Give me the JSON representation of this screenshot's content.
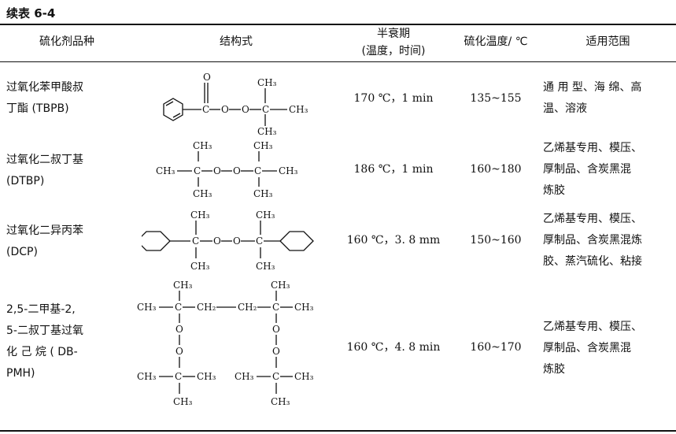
{
  "caption": "续表 6-4",
  "headers": {
    "agent": "硫化剂品种",
    "structure": "结构式",
    "half_life_line1": "半衰期",
    "half_life_line2": "(温度，时间)",
    "vulc_temp": "硫化温度/ ℃",
    "usage": "适用范围"
  },
  "rows": [
    {
      "name": [
        "过氧化苯甲酸叔",
        "丁酯 (TBPB)"
      ],
      "half_life": "170 ℃，1 min",
      "vulc_temp": "135~155",
      "usage": [
        "通 用 型、海 绵、高",
        "温、溶液"
      ]
    },
    {
      "name": [
        "过氧化二叔丁基",
        "(DTBP)"
      ],
      "half_life": "186 ℃，1 min",
      "vulc_temp": "160~180",
      "usage": [
        "乙烯基专用、模压、",
        "厚制品、含炭黑混",
        "炼胶"
      ]
    },
    {
      "name": [
        "过氧化二异丙苯",
        "(DCP)"
      ],
      "half_life": "160 ℃，3. 8 mm",
      "vulc_temp": "150~160",
      "usage": [
        "乙烯基专用、模压、",
        "厚制品、含炭黑混炼",
        "胶、蒸汽硫化、粘接"
      ]
    },
    {
      "name": [
        "2,5-二甲基-2,",
        "5-二叔丁基过氧",
        "化 己 烷 ( DB-",
        "PMH)"
      ],
      "half_life": "160 ℃，4. 8 min",
      "vulc_temp": "160~170",
      "usage": [
        "乙烯基专用、模压、",
        "厚制品、含炭黑混",
        "炼胶"
      ]
    }
  ],
  "chem": {
    "ch3": "CH₃",
    "c": "C",
    "o": "O",
    "ch2": "CH₂"
  }
}
